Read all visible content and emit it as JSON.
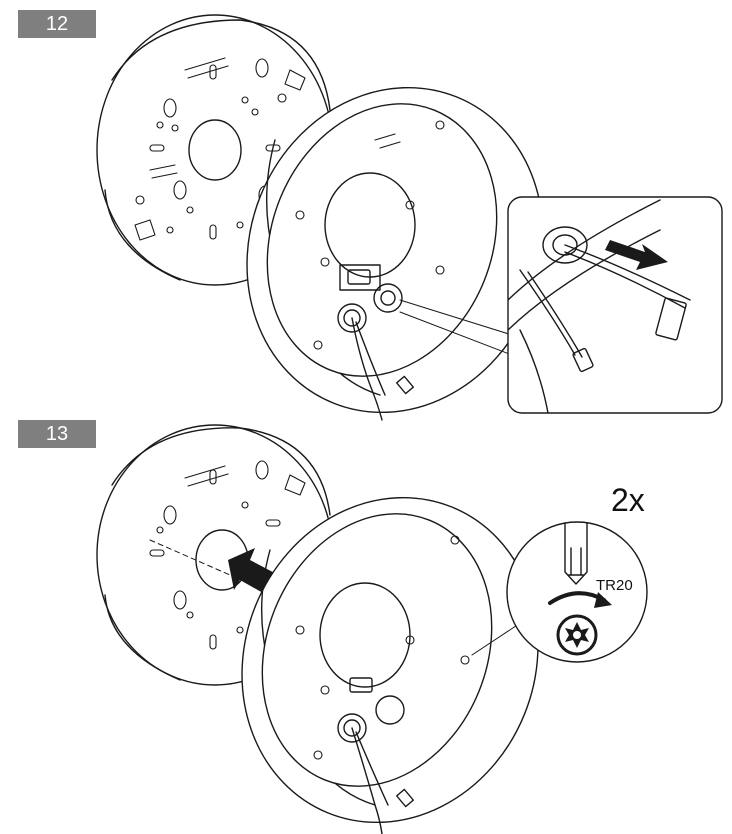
{
  "steps": [
    {
      "number": "12"
    },
    {
      "number": "13"
    }
  ],
  "step13": {
    "screw_count": "2x",
    "driver_bit": "TR20"
  },
  "icons": [
    "torx-screwdriver-icon",
    "rotation-arrow-icon",
    "torx-screw-head-icon",
    "push-arrow-icon",
    "pull-arrow-icon"
  ],
  "colors": {
    "badge": "#7f7f7f",
    "badge_text": "#ffffff",
    "line": "#1a1a1a"
  }
}
